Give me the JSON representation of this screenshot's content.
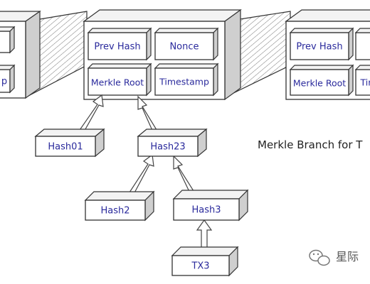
{
  "blocks": [
    {
      "fields": [
        "",
        "",
        "",
        "p"
      ]
    },
    {
      "fields": [
        "Prev Hash",
        "Nonce",
        "Merkle Root",
        "Timestamp"
      ]
    },
    {
      "fields": [
        "Prev Hash",
        "",
        "Merkle Root",
        "Tim"
      ]
    }
  ],
  "nodes": {
    "hash01": "Hash01",
    "hash23": "Hash23",
    "hash2": "Hash2",
    "hash3": "Hash3",
    "tx3": "TX3"
  },
  "caption": "Merkle Branch for T",
  "watermark": "星际"
}
